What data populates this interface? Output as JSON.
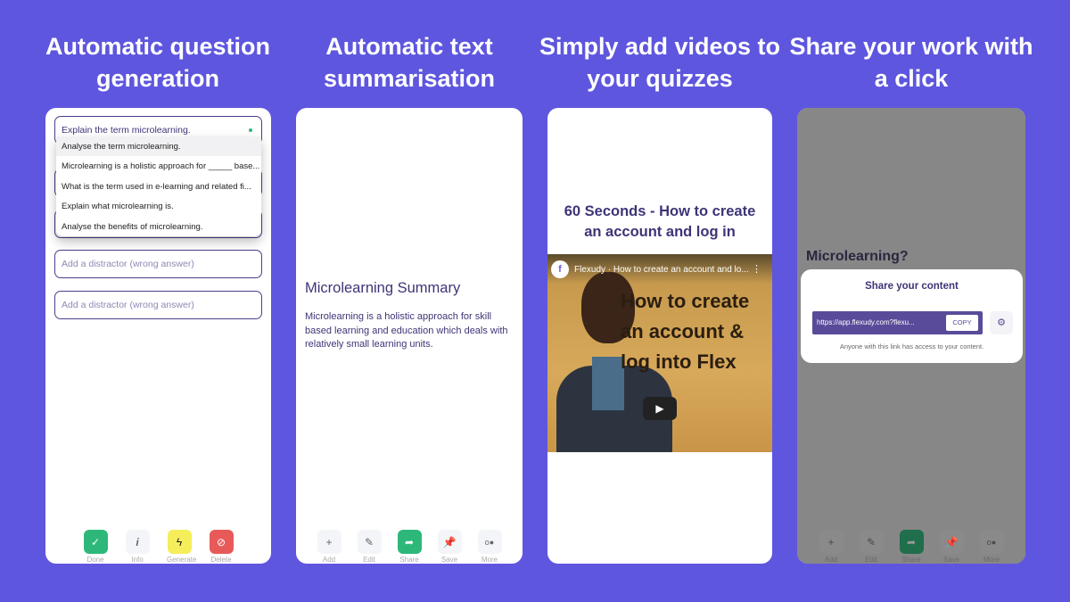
{
  "headings": [
    "Automatic question generation",
    "Automatic text summarisation",
    "Simply add videos to your quizzes",
    "Share your work with a click"
  ],
  "panel1": {
    "question": "Explain the term microlearning.",
    "suggestions": [
      "Analyse the term microlearning.",
      "Microlearning is a holistic approach for _____ base...",
      "What is the term used in e-learning and related fi...",
      "Explain what microlearning is.",
      "Analyse the benefits of microlearning."
    ],
    "distractor_placeholder": "Add a distractor (wrong answer)",
    "buttons": [
      {
        "label": "Done",
        "icon": "check-icon",
        "color": "#2db87a"
      },
      {
        "label": "Info",
        "icon": "info-icon",
        "color": "#f4f5f8"
      },
      {
        "label": "Generate",
        "icon": "lightning-icon",
        "color": "#f5ee5a"
      },
      {
        "label": "Delete",
        "icon": "ban-icon",
        "color": "#e85a5a"
      }
    ]
  },
  "panel2": {
    "title": "Microlearning Summary",
    "body": "Microlearning is a holistic approach for skill based learning and education which deals with relatively small learning units.",
    "buttons": [
      {
        "label": "Add",
        "icon": "plus-icon"
      },
      {
        "label": "Edit",
        "icon": "pencil-icon"
      },
      {
        "label": "Share",
        "icon": "share-icon"
      },
      {
        "label": "Save",
        "icon": "pin-icon"
      },
      {
        "label": "More",
        "icon": "more-icon"
      }
    ]
  },
  "panel3": {
    "title": "60 Seconds - How to create an account and log in",
    "video_title": "Flexudy · How to create an account and lo...",
    "video_overlay_text": "How to create an account & log into Flex"
  },
  "panel4": {
    "dialog_title": "Share your content",
    "link": "https://app.flexudy.com?flexu...",
    "copy": "COPY",
    "note": "Anyone with this link has access to your content.",
    "background_text": "Microlearning?"
  },
  "colors": {
    "background": "#5e56df",
    "accent": "#4a3f8a",
    "share_green": "#2db87a"
  }
}
